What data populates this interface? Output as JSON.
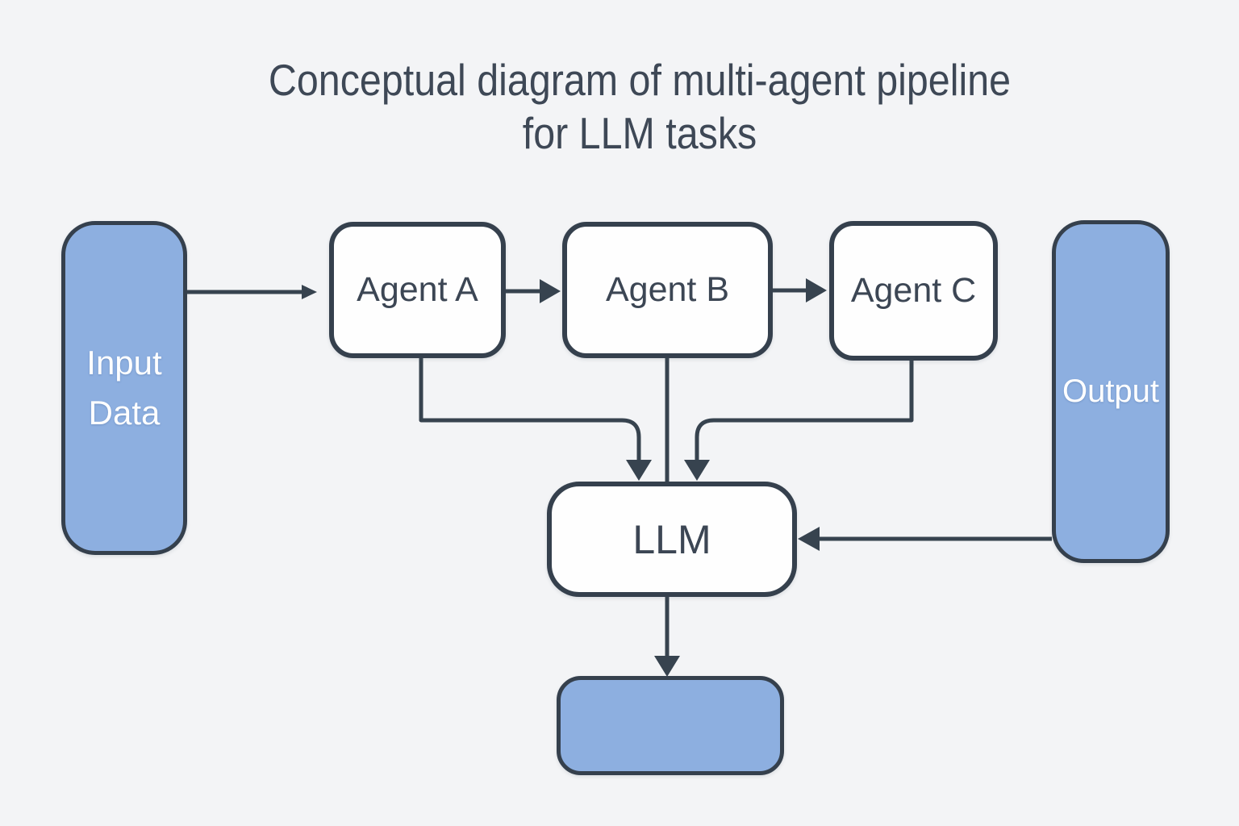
{
  "title": {
    "line1": "Conceptual diagram of multi-agent pipeline",
    "line2": "for LLM tasks"
  },
  "nodes": {
    "input": {
      "label": "Input Data",
      "type": "terminal"
    },
    "agent_a": {
      "label": "Agent A",
      "type": "process"
    },
    "agent_b": {
      "label": "Agent B",
      "type": "process"
    },
    "agent_c": {
      "label": "Agent C",
      "type": "process"
    },
    "llm": {
      "label": "LLM",
      "type": "process"
    },
    "output": {
      "label": "Output",
      "type": "terminal"
    },
    "result": {
      "label": "",
      "type": "terminal"
    }
  },
  "edges": [
    {
      "from": "input",
      "to": "agent_a",
      "arrowhead": "small"
    },
    {
      "from": "agent_a",
      "to": "agent_b",
      "arrowhead": "filled"
    },
    {
      "from": "agent_b",
      "to": "agent_c",
      "arrowhead": "filled"
    },
    {
      "from": "agent_a",
      "to": "llm",
      "arrowhead": "filled"
    },
    {
      "from": "agent_b",
      "to": "llm",
      "arrowhead": "none"
    },
    {
      "from": "agent_c",
      "to": "llm",
      "arrowhead": "filled"
    },
    {
      "from": "output",
      "to": "llm",
      "arrowhead": "filled"
    },
    {
      "from": "llm",
      "to": "result",
      "arrowhead": "filled"
    }
  ],
  "colors": {
    "background": "#f3f4f6",
    "terminal_fill": "#8dafe0",
    "node_border": "#35404d",
    "process_fill": "#fefefe",
    "edge_stroke": "#37434f",
    "title_text": "#3e4856",
    "process_text": "#3c4654",
    "terminal_text": "#ffffff"
  }
}
